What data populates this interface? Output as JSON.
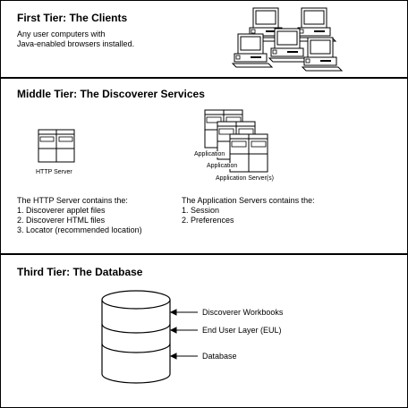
{
  "first_tier": {
    "title": "First Tier: The Clients",
    "description": [
      "Any user computers with",
      "Java-enabled browsers installed."
    ]
  },
  "middle_tier": {
    "title": "Middle Tier: The Discoverer Services",
    "http_server_label": "HTTP Server",
    "app_server_labels": [
      "Application",
      "Application",
      "Application Server(s)"
    ],
    "http_contains_title": "The HTTP Server contains the:",
    "http_items": [
      "1. Discoverer applet files",
      "2. Discoverer HTML files",
      "3. Locator (recommended location)"
    ],
    "app_contains_title": "The Application Servers contains the:",
    "app_items": [
      "1. Session",
      "2. Preferences"
    ]
  },
  "third_tier": {
    "title": "Third Tier: The Database",
    "labels": [
      "Discoverer Workbooks",
      "End User Layer (EUL)",
      "Database"
    ]
  }
}
